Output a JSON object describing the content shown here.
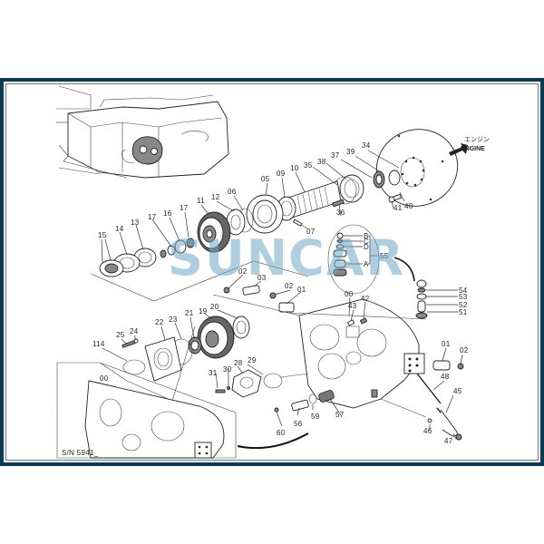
{
  "frame": {
    "border_color": "#0d3a55",
    "background": "#ffffff"
  },
  "watermark": {
    "text_part1": "SUN",
    "text_part2": "CAR",
    "color": "#6fa8c9"
  },
  "direction": {
    "label_jp": "エンジン",
    "label_en": "ENGINE"
  },
  "inset": {
    "serial_label": "S/N 5941_",
    "callout": "00"
  },
  "detail_bubble": {
    "callout": "55",
    "sub_labels": [
      "B",
      "C",
      "D",
      "A"
    ]
  },
  "part_labels": {
    "p34": "34",
    "p39": "39",
    "p37": "37",
    "p38": "38",
    "p35": "35",
    "p10": "10",
    "p09": "09",
    "p05": "05",
    "p06": "06",
    "p12": "12",
    "p11": "11",
    "p17a": "17",
    "p16": "16",
    "p17b": "17",
    "p13": "13",
    "p14": "14",
    "p15": "15",
    "p07": "07",
    "p36": "36",
    "p41": "41",
    "p40": "40",
    "p02a": "02",
    "p03": "03",
    "p02b": "02",
    "p01a": "01",
    "p00": "00",
    "p42": "42",
    "p43": "43",
    "p54": "54",
    "p53": "53",
    "p52": "52",
    "p51": "51",
    "p20": "20",
    "p19": "19",
    "p21": "21",
    "p23": "23",
    "p22": "22",
    "p24": "24",
    "p25": "25",
    "p114": "114",
    "p01b": "01",
    "p02c": "02",
    "p48": "48",
    "p45": "45",
    "p46": "46",
    "p47": "47",
    "p29": "29",
    "p28": "28",
    "p30": "30",
    "p31": "31",
    "p57": "57",
    "p59": "59",
    "p56": "56",
    "p60": "60"
  }
}
